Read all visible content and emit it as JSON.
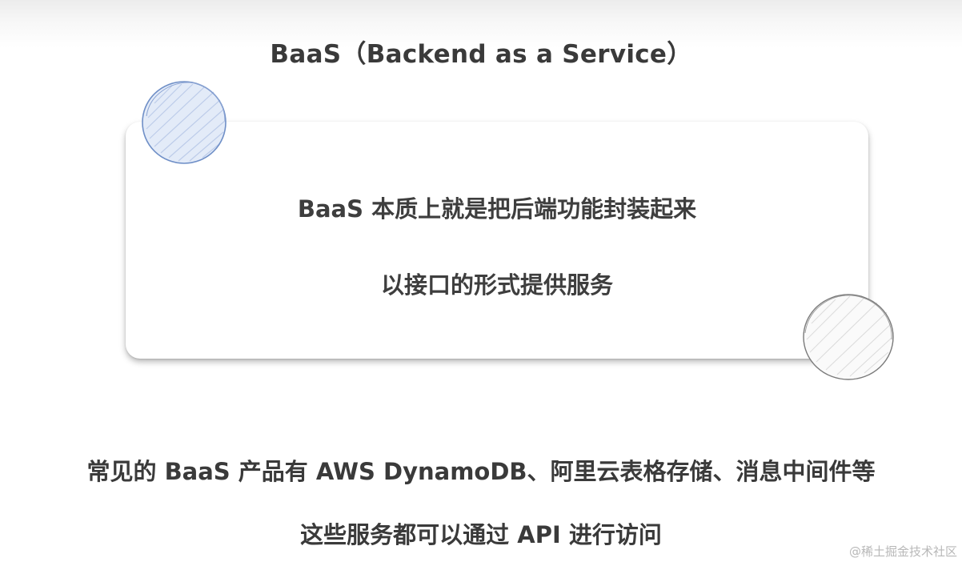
{
  "slide": {
    "title": "BaaS（Backend as a Service）",
    "card": {
      "line1": "BaaS 本质上就是把后端功能封装起来",
      "line2": "以接口的形式提供服务"
    },
    "bottom": {
      "line1": "常见的 BaaS 产品有 AWS DynamoDB、阿里云表格存储、消息中间件等",
      "line2": "这些服务都可以通过 API 进行访问"
    }
  },
  "watermark": "@稀土掘金技术社区",
  "colors": {
    "background": "#ffffff",
    "text": "#3a3a3a",
    "blue_circle_fill": "#dfe8f7",
    "blue_circle_stroke": "#6f8fc7",
    "gray_circle_stroke": "#7a7a7a"
  },
  "icons": {
    "blue_decoration": "hand-drawn-blue-circle",
    "gray_decoration": "hand-drawn-gray-circle"
  }
}
